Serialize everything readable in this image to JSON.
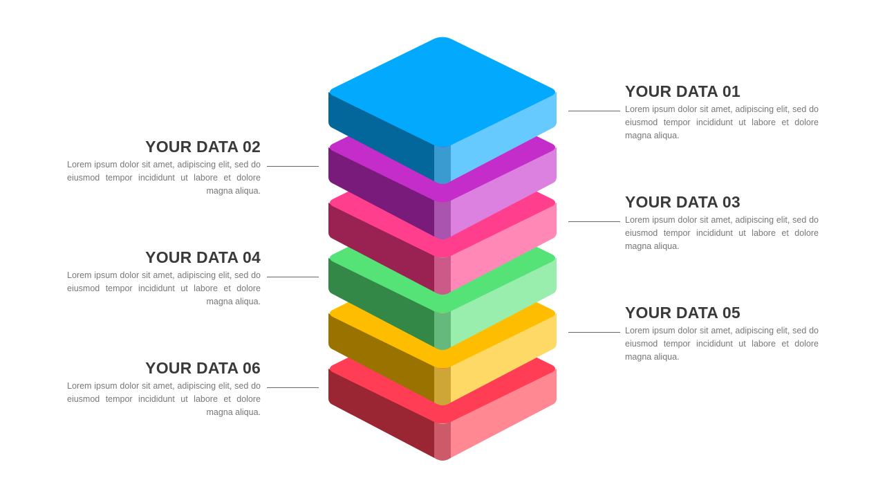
{
  "layers": [
    {
      "id": "01",
      "title": "YOUR DATA 01",
      "description": "Lorem ipsum dolor sit amet, adipiscing elit, sed do eiusmod tempor incididunt ut labore et dolore magna aliqua.",
      "side": "right",
      "colors": {
        "top": "#03A9FD",
        "left": "#03679C",
        "right": "#66CAFE",
        "edge": "#3A9BD1"
      }
    },
    {
      "id": "02",
      "title": "YOUR DATA 02",
      "description": "Lorem ipsum dolor sit amet, adipiscing elit, sed do eiusmod tempor incididunt ut labore et dolore magna aliqua.",
      "side": "left",
      "colors": {
        "top": "#C52DCB",
        "left": "#781B7A",
        "right": "#DC81E0",
        "edge": "#A955B0"
      }
    },
    {
      "id": "03",
      "title": "YOUR DATA 03",
      "description": "Lorem ipsum dolor sit amet, adipiscing elit, sed do eiusmod tempor incididunt ut labore et dolore magna aliqua.",
      "side": "right",
      "colors": {
        "top": "#FF3E8D",
        "left": "#9A2252",
        "right": "#FF88B7",
        "edge": "#CC5A88"
      }
    },
    {
      "id": "04",
      "title": "YOUR DATA 04",
      "description": "Lorem ipsum dolor sit amet, adipiscing elit, sed do eiusmod tempor incididunt ut labore et dolore magna aliqua.",
      "side": "left",
      "colors": {
        "top": "#55E377",
        "left": "#338847",
        "right": "#99EDAD",
        "edge": "#66B97C"
      }
    },
    {
      "id": "05",
      "title": "YOUR DATA 05",
      "description": "Lorem ipsum dolor sit amet, adipiscing elit, sed do eiusmod tempor incididunt ut labore et dolore magna aliqua.",
      "side": "right",
      "colors": {
        "top": "#FFBD00",
        "left": "#9A7200",
        "right": "#FFD966",
        "edge": "#CEA638"
      }
    },
    {
      "id": "06",
      "title": "YOUR DATA 06",
      "description": "Lorem ipsum dolor sit amet, adipiscing elit, sed do eiusmod tempor incididunt ut labore et dolore magna aliqua.",
      "side": "left",
      "colors": {
        "top": "#FF3E55",
        "left": "#9A2533",
        "right": "#FF8893",
        "edge": "#CC5A68"
      }
    }
  ],
  "connector_color": "#666666"
}
